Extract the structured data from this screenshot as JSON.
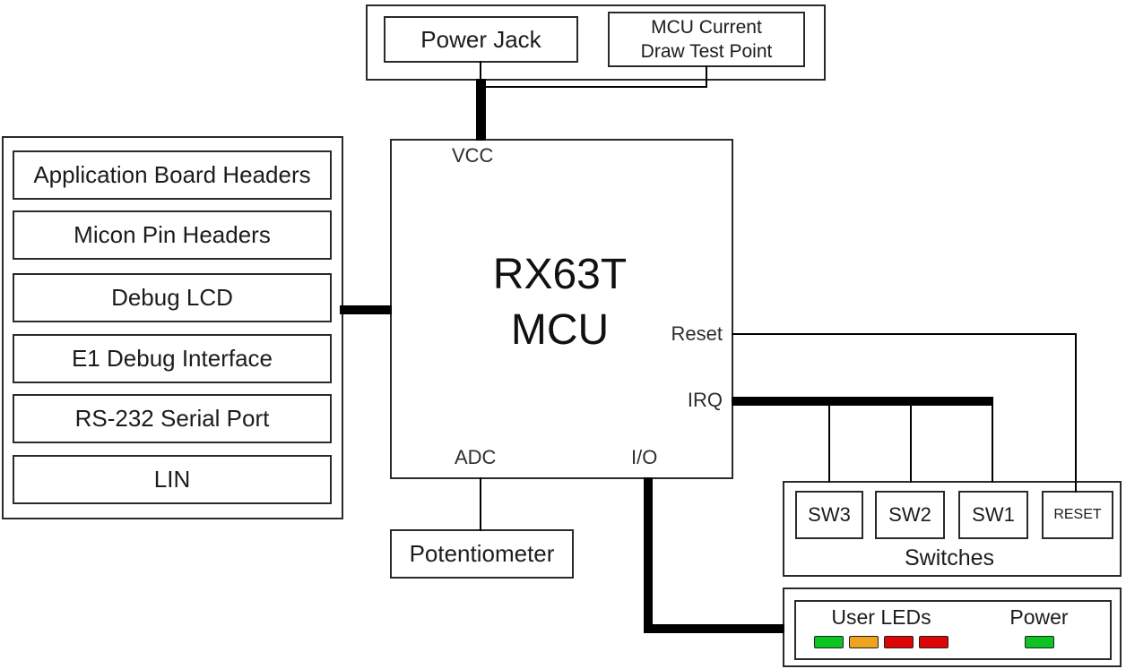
{
  "power_section": {
    "power_jack": "Power Jack",
    "test_point_line1": "MCU Current",
    "test_point_line2": "Draw Test Point"
  },
  "peripherals": {
    "items": [
      "Application Board Headers",
      "Micon Pin Headers",
      "Debug LCD",
      "E1 Debug Interface",
      "RS-232 Serial Port",
      "LIN"
    ]
  },
  "mcu": {
    "name_line1": "RX63T",
    "name_line2": "MCU",
    "pins": {
      "vcc": "VCC",
      "reset": "Reset",
      "irq": "IRQ",
      "adc": "ADC",
      "io": "I/O"
    }
  },
  "potentiometer": {
    "label": "Potentiometer"
  },
  "switches": {
    "label": "Switches",
    "buttons": [
      "SW3",
      "SW2",
      "SW1",
      "RESET"
    ]
  },
  "leds": {
    "user_label": "User LEDs",
    "power_label": "Power",
    "user_led_colors": [
      "#0cc422",
      "#efa41e",
      "#dd0505",
      "#dd0505"
    ],
    "power_led_color": "#0cc422"
  },
  "colors": {
    "line": "#000000",
    "border": "#2a2a2a",
    "background": "#ffffff"
  }
}
